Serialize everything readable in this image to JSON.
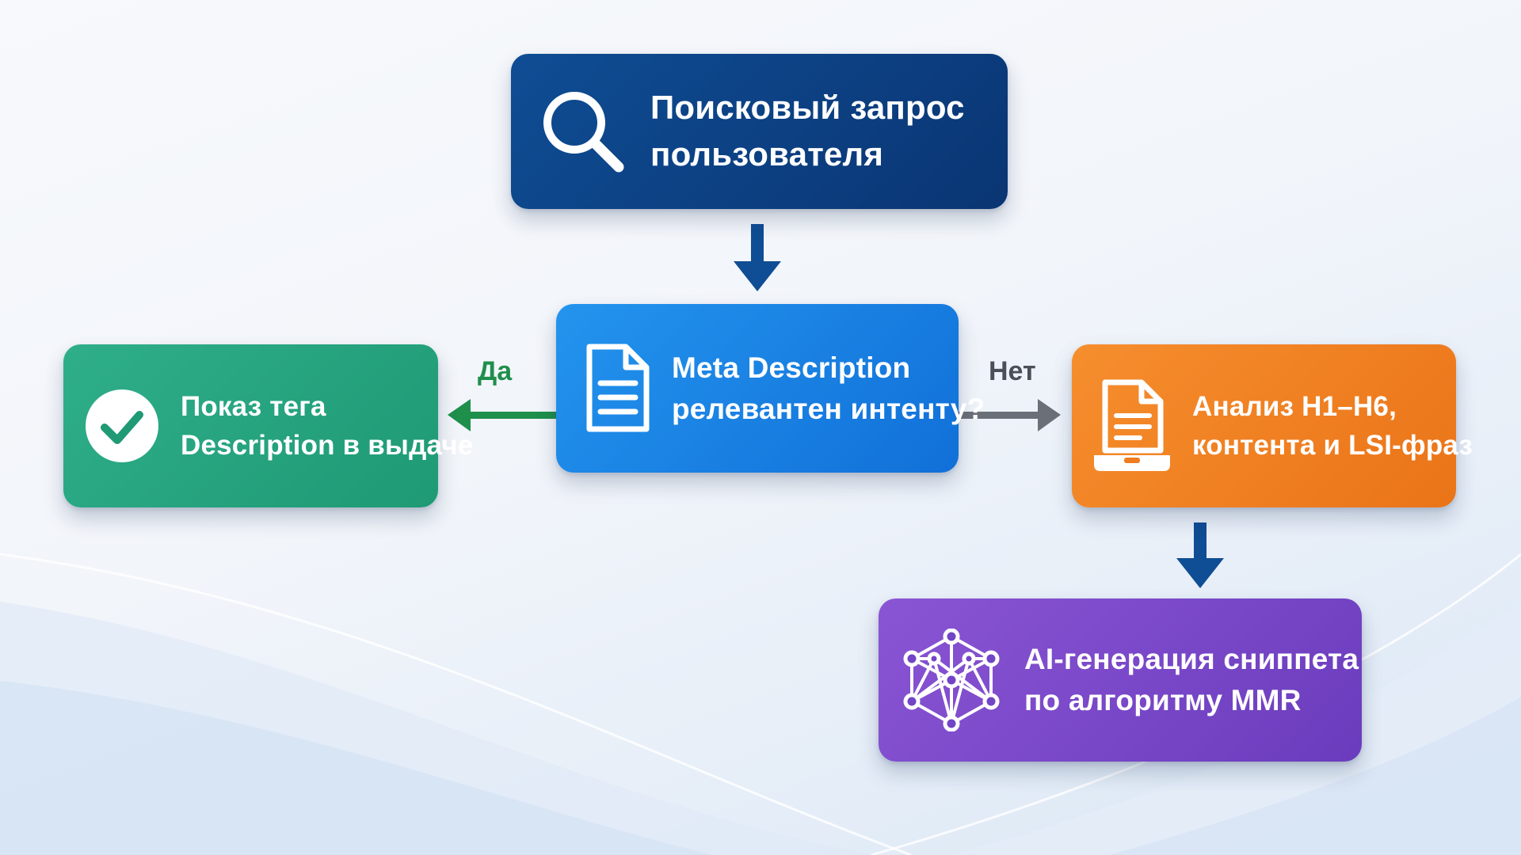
{
  "nodes": {
    "query": {
      "line1": "Поисковый запрос",
      "line2": "пользователя",
      "icon": "search-icon",
      "color": "#0d4285"
    },
    "meta": {
      "line1": "Meta Description",
      "line2": "релевантен интенту?",
      "icon": "document-icon",
      "color": "#1a82e2"
    },
    "show": {
      "line1": "Показ тега",
      "line2": "Description в выдаче",
      "icon": "checkmark-icon",
      "color": "#27a47f"
    },
    "analysis": {
      "line1": "Анализ H1–H6,",
      "line2": "контента и LSI-фраз",
      "icon": "document-laptop-icon",
      "color": "#f08122"
    },
    "ai": {
      "line1": "AI-генерация сниппета",
      "line2": "по алгоритму MMR",
      "icon": "neural-network-icon",
      "color": "#7847c8"
    }
  },
  "edges": {
    "yes_label": "Да",
    "no_label": "Нет",
    "yes_color": "#1f8f4c",
    "no_color": "#6b7078",
    "down_color": "#0f4d94"
  }
}
